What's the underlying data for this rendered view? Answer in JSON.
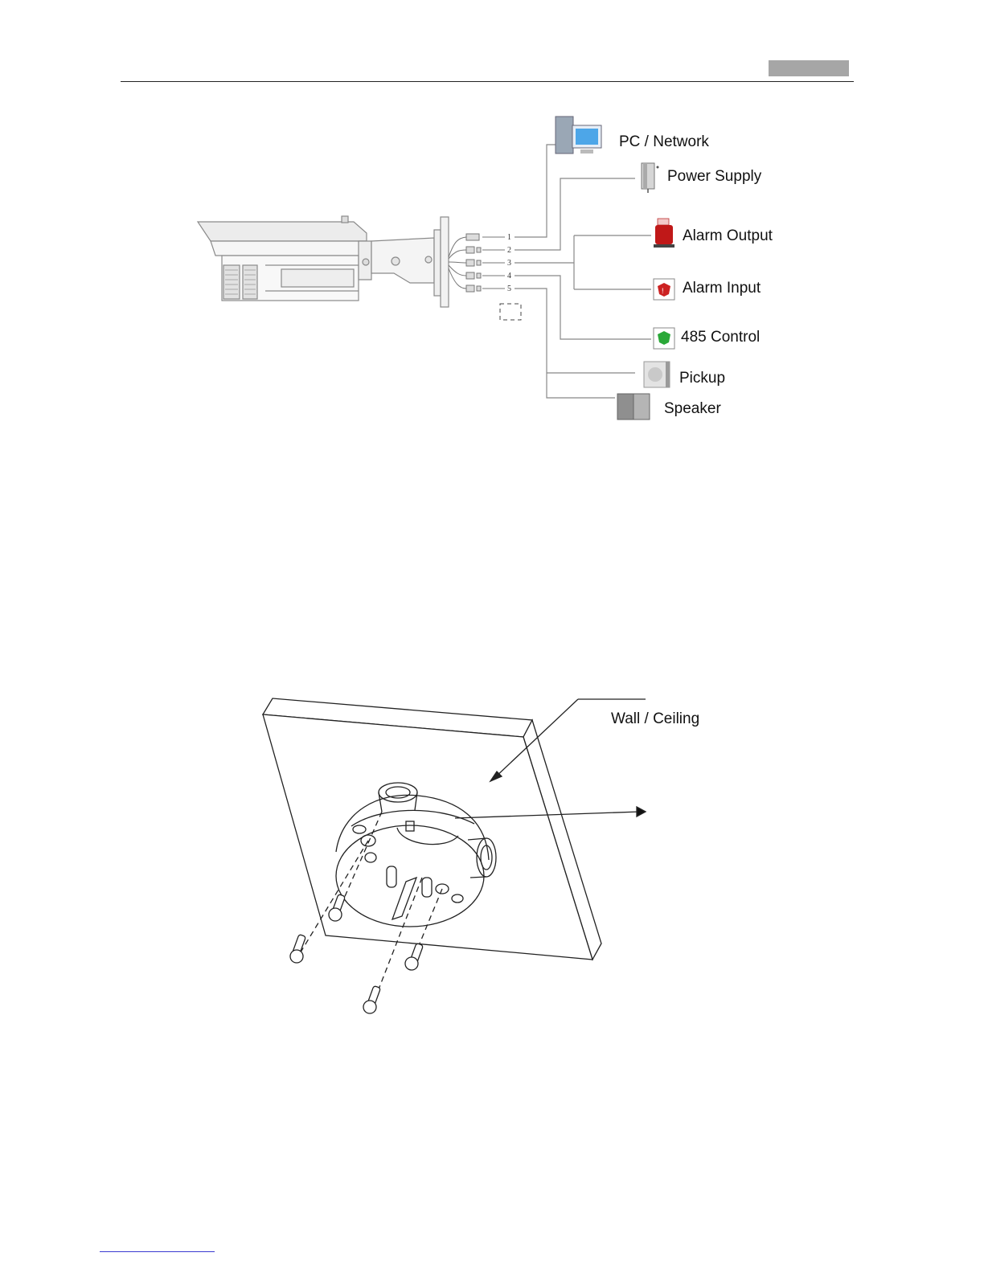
{
  "wiring_diagram": {
    "ports": [
      "1",
      "2",
      "3",
      "4",
      "5"
    ],
    "labels": {
      "pc": "PC / Network",
      "power": "Power Supply",
      "alarm_out": "Alarm Output",
      "alarm_in": "Alarm Input",
      "rs485": "485 Control",
      "pickup": "Pickup",
      "speaker": "Speaker"
    }
  },
  "mount_diagram": {
    "wall_label": "Wall / Ceiling"
  }
}
